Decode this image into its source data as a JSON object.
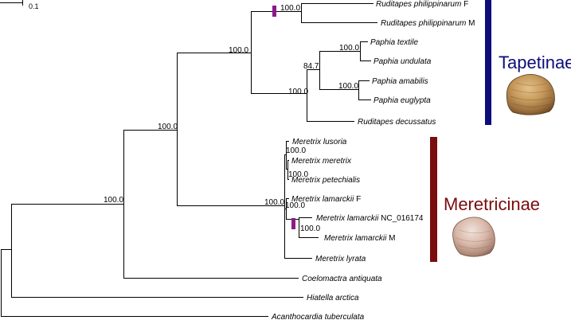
{
  "scale_bar": {
    "label": "0.1"
  },
  "taxa": [
    {
      "genus_species": "Ruditapes philippinarum",
      "suffix": " F"
    },
    {
      "genus_species": "Ruditapes philippinarum",
      "suffix": " M"
    },
    {
      "genus_species": "Paphia textile",
      "suffix": ""
    },
    {
      "genus_species": "Paphia undulata",
      "suffix": ""
    },
    {
      "genus_species": "Paphia amabilis",
      "suffix": ""
    },
    {
      "genus_species": "Paphia euglypta",
      "suffix": ""
    },
    {
      "genus_species": "Ruditapes decussatus",
      "suffix": ""
    },
    {
      "genus_species": "Meretrix lusoria",
      "suffix": ""
    },
    {
      "genus_species": "Meretrix meretrix",
      "suffix": ""
    },
    {
      "genus_species": "Meretrix petechialis",
      "suffix": ""
    },
    {
      "genus_species": "Meretrix lamarckii",
      "suffix": " F"
    },
    {
      "genus_species": "Meretrix lamarckii",
      "suffix": " NC_016174"
    },
    {
      "genus_species": "Meretrix lamarckii",
      "suffix": " M"
    },
    {
      "genus_species": "Meretrix lyrata",
      "suffix": ""
    },
    {
      "genus_species": "Coelomactra antiquata",
      "suffix": ""
    },
    {
      "genus_species": "Hiatella arctica",
      "suffix": ""
    },
    {
      "genus_species": "Acanthocardia tuberculata",
      "suffix": ""
    }
  ],
  "support_values": {
    "ruditapes_philippinarum": "100.0",
    "paphia_textile_undulata": "100.0",
    "paphia_group": "84.7",
    "paphia_amabilis_euglypta": "100.0",
    "paphia_plus_decussatus": "100.0",
    "tapetinae": "100.0",
    "venerids": "100.0",
    "meretrix_lusoria_group": "100.0",
    "meretrix_meretrix_petechialis": "100.0",
    "meretrix_lamarckii_group": "100.0",
    "meretrix_lamarckii_nc_m": "100.0",
    "meretricinae": "100.0"
  },
  "clades": {
    "tapetinae": {
      "label": "Tapetinae",
      "color": "#0d0d7a"
    },
    "meretricinae": {
      "label": "Meretricinae",
      "color": "#7a0d0d"
    }
  },
  "marker_color": "#8b1a8b"
}
